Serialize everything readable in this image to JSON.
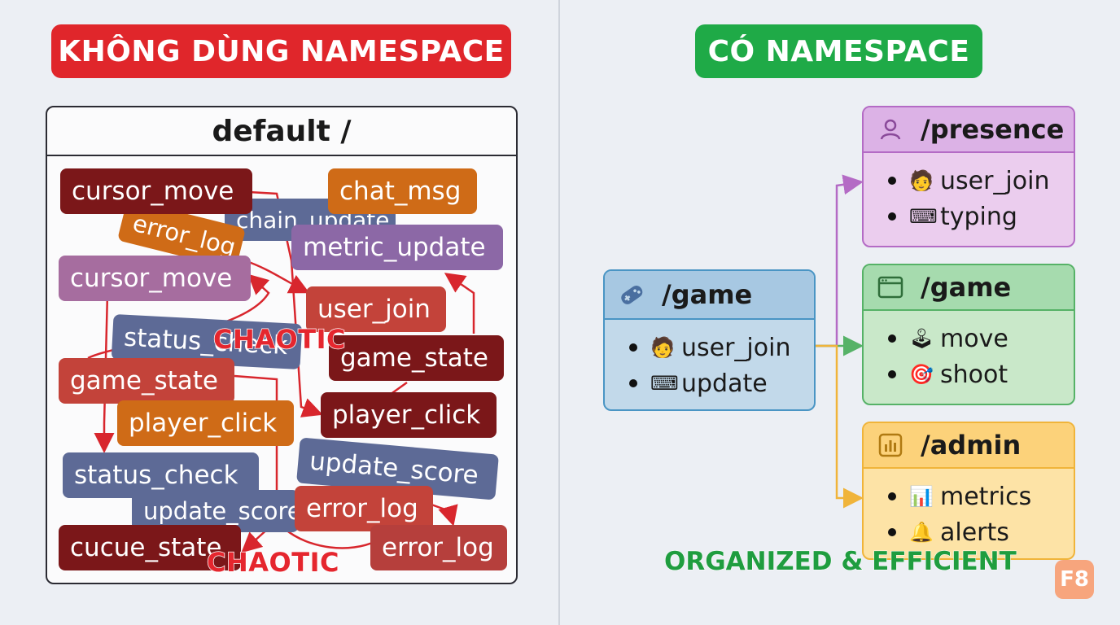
{
  "left": {
    "banner": "KHÔNG DÙNG NAMESPACE",
    "box_title": "default /",
    "chips": [
      {
        "label": "cursor_move",
        "color": "#7b1719"
      },
      {
        "label": "chat_msg",
        "color": "#cf6b17"
      },
      {
        "label": "chain_update",
        "color": "#5d6a96"
      },
      {
        "label": "error_log",
        "color": "#cf6b17"
      },
      {
        "label": "metric_update",
        "color": "#8c68a6"
      },
      {
        "label": "cursor_move",
        "color": "#a66d9f"
      },
      {
        "label": "user_join",
        "color": "#c3433a"
      },
      {
        "label": "status_check",
        "color": "#5d6a96"
      },
      {
        "label": "game_state",
        "color": "#7b1719"
      },
      {
        "label": "game_state",
        "color": "#c3433a"
      },
      {
        "label": "player_click",
        "color": "#cf6b17"
      },
      {
        "label": "player_click",
        "color": "#7b1719"
      },
      {
        "label": "update_score",
        "color": "#5d6a96"
      },
      {
        "label": "status_check",
        "color": "#5d6a96"
      },
      {
        "label": "update_score",
        "color": "#5d6a96"
      },
      {
        "label": "error_log",
        "color": "#c3433a"
      },
      {
        "label": "cucue_state",
        "color": "#7b1719"
      },
      {
        "label": "error_log",
        "color": "#b63f3c"
      }
    ],
    "chaotic_labels": [
      "CHAOTIC",
      "CHAOTIC"
    ]
  },
  "right": {
    "banner": "CÓ NAMESPACE",
    "source": {
      "title": "/game",
      "icon": "gamepad-icon",
      "items": [
        {
          "emoji": "🧑",
          "icon": "person-icon",
          "label": "user_join"
        },
        {
          "emoji": "⌨",
          "icon": "keyboard-icon",
          "label": "update"
        }
      ]
    },
    "namespaces": [
      {
        "title": "/presence",
        "icon": "user-icon",
        "accent": "#b46bc5",
        "items": [
          {
            "emoji": "🧑",
            "icon": "person-icon",
            "label": "user_join"
          },
          {
            "emoji": "⌨",
            "icon": "keyboard-icon",
            "label": "typing"
          }
        ]
      },
      {
        "title": "/game",
        "icon": "browser-window-icon",
        "accent": "#56b267",
        "items": [
          {
            "emoji": "🕹",
            "icon": "joystick-icon",
            "label": "move"
          },
          {
            "emoji": "🎯",
            "icon": "target-icon",
            "label": "shoot"
          }
        ]
      },
      {
        "title": "/admin",
        "icon": "bar-chart-icon",
        "accent": "#f0b43a",
        "items": [
          {
            "emoji": "📊",
            "icon": "chart-icon",
            "label": "metrics"
          },
          {
            "emoji": "🔔",
            "icon": "bell-icon",
            "label": "alerts"
          }
        ]
      }
    ],
    "footer": "ORGANIZED & EFFICIENT"
  },
  "logo": "F8"
}
